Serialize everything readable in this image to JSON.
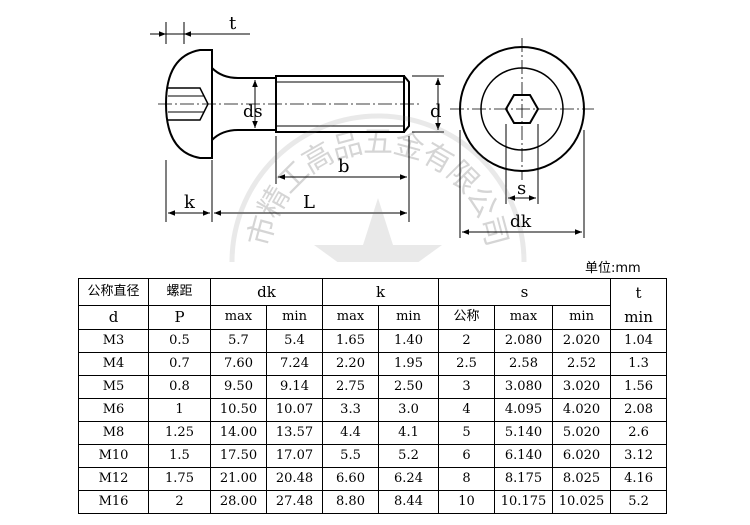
{
  "drawing": {
    "labels": {
      "t": "t",
      "ds": "ds",
      "d": "d",
      "b": "b",
      "k": "k",
      "L": "L",
      "s": "s",
      "dk": "dk"
    }
  },
  "unit_label": "单位:mm",
  "table": {
    "header": {
      "nominal_diameter": "公称直径",
      "nominal_diameter_sym": "d",
      "pitch": "螺距",
      "pitch_sym": "P",
      "dk": "dk",
      "k": "k",
      "s": "s",
      "t": "t",
      "max": "max",
      "min": "min",
      "nominal": "公称",
      "t_min": "min"
    },
    "rows": [
      {
        "d": "M3",
        "p": "0.5",
        "dk_max": "5.7",
        "dk_min": "5.4",
        "k_max": "1.65",
        "k_min": "1.40",
        "s_nom": "2",
        "s_max": "2.080",
        "s_min": "2.020",
        "t_min": "1.04"
      },
      {
        "d": "M4",
        "p": "0.7",
        "dk_max": "7.60",
        "dk_min": "7.24",
        "k_max": "2.20",
        "k_min": "1.95",
        "s_nom": "2.5",
        "s_max": "2.58",
        "s_min": "2.52",
        "t_min": "1.3"
      },
      {
        "d": "M5",
        "p": "0.8",
        "dk_max": "9.50",
        "dk_min": "9.14",
        "k_max": "2.75",
        "k_min": "2.50",
        "s_nom": "3",
        "s_max": "3.080",
        "s_min": "3.020",
        "t_min": "1.56"
      },
      {
        "d": "M6",
        "p": "1",
        "dk_max": "10.50",
        "dk_min": "10.07",
        "k_max": "3.3",
        "k_min": "3.0",
        "s_nom": "4",
        "s_max": "4.095",
        "s_min": "4.020",
        "t_min": "2.08"
      },
      {
        "d": "M8",
        "p": "1.25",
        "dk_max": "14.00",
        "dk_min": "13.57",
        "k_max": "4.4",
        "k_min": "4.1",
        "s_nom": "5",
        "s_max": "5.140",
        "s_min": "5.020",
        "t_min": "2.6"
      },
      {
        "d": "M10",
        "p": "1.5",
        "dk_max": "17.50",
        "dk_min": "17.07",
        "k_max": "5.5",
        "k_min": "5.2",
        "s_nom": "6",
        "s_max": "6.140",
        "s_min": "6.020",
        "t_min": "3.12"
      },
      {
        "d": "M12",
        "p": "1.75",
        "dk_max": "21.00",
        "dk_min": "20.48",
        "k_max": "6.60",
        "k_min": "6.24",
        "s_nom": "8",
        "s_max": "8.175",
        "s_min": "8.025",
        "t_min": "4.16"
      },
      {
        "d": "M16",
        "p": "2",
        "dk_max": "28.00",
        "dk_min": "27.48",
        "k_max": "8.80",
        "k_min": "8.44",
        "s_nom": "10",
        "s_max": "10.175",
        "s_min": "10.025",
        "t_min": "5.2"
      }
    ]
  },
  "watermark": {
    "text": "市精工高品五金有限公司",
    "color": "#7a7a7a"
  }
}
